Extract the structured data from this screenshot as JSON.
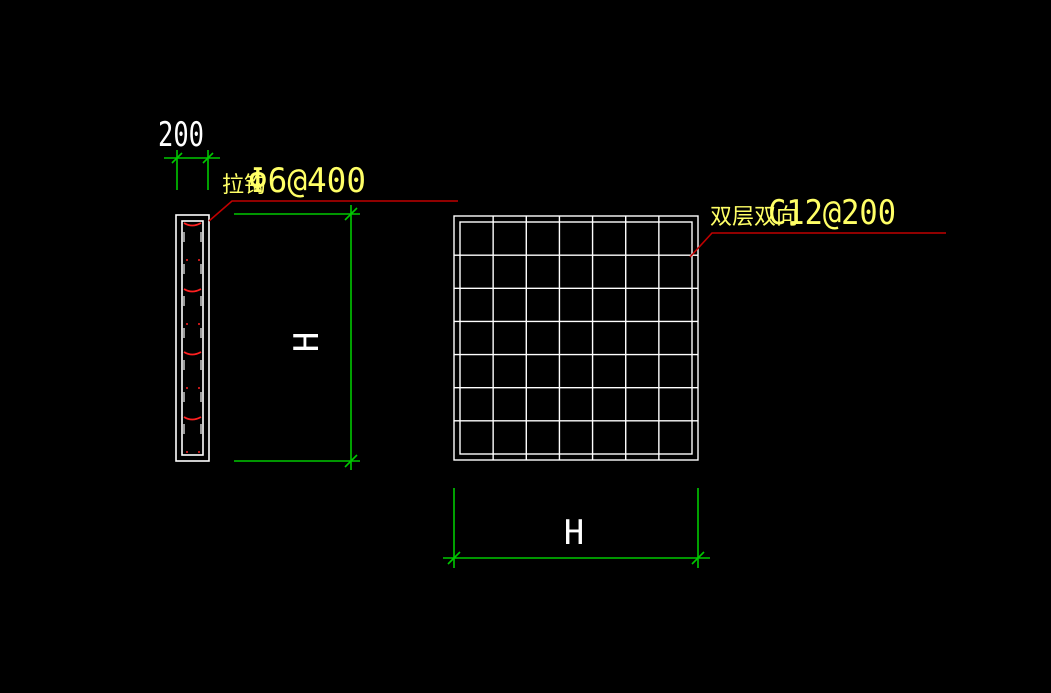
{
  "colors": {
    "background": "#000000",
    "dimension": "#00c800",
    "outline": "#ffffff",
    "leader": "#c00000",
    "label": "#ffff66",
    "tie": "#ff2020"
  },
  "section_view": {
    "width_dim_label": "200",
    "height_dim_label": "H",
    "tie_label_prefix": "拉钩",
    "tie_label_code": "Φ6@400"
  },
  "mesh_view": {
    "width_dim_label": "H",
    "rebar_label_prefix": "双层双向",
    "rebar_label_code": "C12@200",
    "mesh_cells": 7
  }
}
